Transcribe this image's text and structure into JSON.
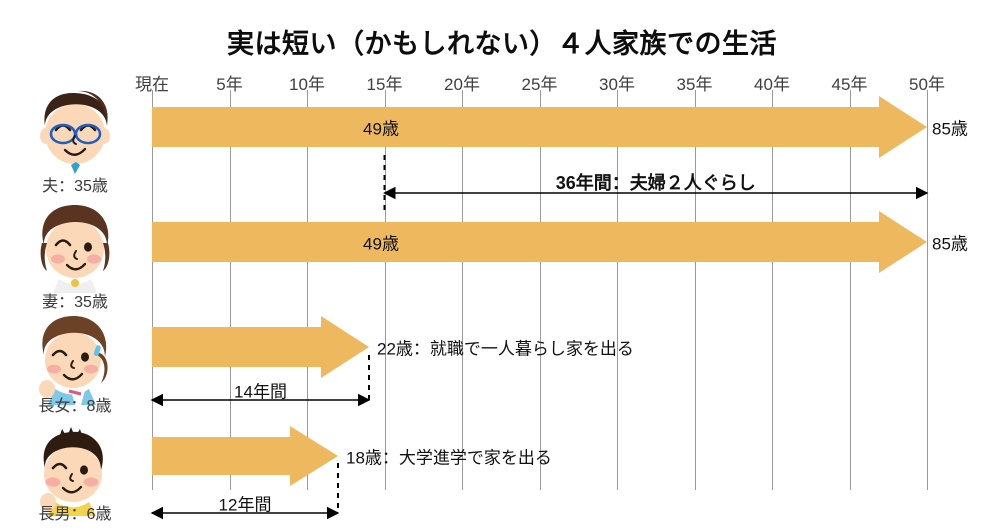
{
  "chart_data": {
    "type": "bar",
    "title": "実は短い（かもしれない）４人家族での生活",
    "xlabel": "",
    "ylabel": "",
    "x_tick_labels": [
      "現在",
      "5年",
      "10年",
      "15年",
      "20年",
      "25年",
      "30年",
      "35年",
      "40年",
      "45年",
      "50年"
    ],
    "x_tick_values": [
      0,
      5,
      10,
      15,
      20,
      25,
      30,
      35,
      40,
      45,
      50
    ],
    "xlim": [
      0,
      50
    ],
    "grid": true,
    "legend": false,
    "bar_color": "#eeb95e",
    "categories": [
      "夫：35歳",
      "妻：35歳",
      "長女：8歳",
      "長男：6歳"
    ],
    "values": [
      50,
      50,
      14,
      12
    ],
    "bar_end_labels": [
      "85歳",
      "85歳",
      "22歳：就職で一人暮らし家を出る",
      "18歳：大学進学で家を出る"
    ],
    "bar_inner_labels": [
      "49歳",
      "49歳",
      "",
      ""
    ],
    "annotations": [
      {
        "text": "36年間：夫婦２人ぐらし",
        "from": 15,
        "to": 50,
        "bold": true
      },
      {
        "text": "14年間",
        "from": 0,
        "to": 14,
        "bold": false
      },
      {
        "text": "12年間",
        "from": 0,
        "to": 12,
        "bold": false
      }
    ]
  },
  "header": {
    "title": "実は短い（かもしれない）４人家族での生活"
  },
  "axis": {
    "ticks": [
      {
        "label": "現在",
        "value": 0
      },
      {
        "label": "5年",
        "value": 5
      },
      {
        "label": "10年",
        "value": 10
      },
      {
        "label": "15年",
        "value": 15
      },
      {
        "label": "20年",
        "value": 20
      },
      {
        "label": "25年",
        "value": 25
      },
      {
        "label": "30年",
        "value": 30
      },
      {
        "label": "35年",
        "value": 35
      },
      {
        "label": "40年",
        "value": 40
      },
      {
        "label": "45年",
        "value": 45
      },
      {
        "label": "50年",
        "value": 50
      }
    ]
  },
  "people": [
    {
      "id": "husband",
      "name": "夫：35歳",
      "avatar": "husband-avatar",
      "bar_years": 50,
      "inner_label": "49歳",
      "end_label": "85歳"
    },
    {
      "id": "wife",
      "name": "妻：35歳",
      "avatar": "wife-avatar",
      "bar_years": 50,
      "inner_label": "49歳",
      "end_label": "85歳"
    },
    {
      "id": "daughter",
      "name": "長女：8歳",
      "avatar": "daughter-avatar",
      "bar_years": 14,
      "inner_label": "",
      "end_label": "22歳：就職で一人暮らし家を出る"
    },
    {
      "id": "son",
      "name": "長男：6歳",
      "avatar": "son-avatar",
      "bar_years": 12,
      "inner_label": "",
      "end_label": "18歳：大学進学で家を出る"
    }
  ],
  "annotations": {
    "couple_span": "36年間：夫婦２人ぐらし",
    "daughter_span": "14年間",
    "son_span": "12年間"
  },
  "colors": {
    "bar": "#eeb95e",
    "gridline": "#9a9a9a",
    "text": "#111111",
    "axis_text": "#3f3f3f"
  }
}
